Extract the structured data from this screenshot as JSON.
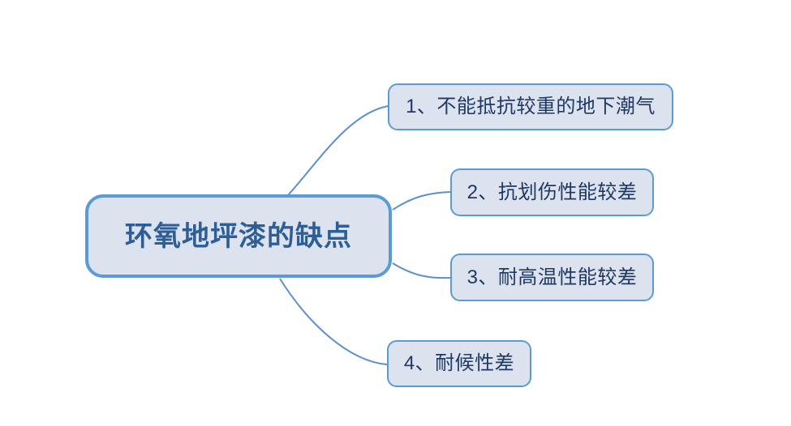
{
  "diagram": {
    "type": "mind-map",
    "background_color": "#ffffff",
    "root": {
      "label": "环氧地坪漆的缺点",
      "fill_color": "#dce3ef",
      "border_color": "#5b9bd5",
      "text_color": "#2e5e96"
    },
    "connector_color": "#5b8fd0",
    "branches": [
      {
        "index": "1",
        "label": "1、不能抵抗较重的地下潮气",
        "fill_color": "#dce3ef",
        "border_color": "#5b9bd5",
        "text_color": "#1f3864"
      },
      {
        "index": "2",
        "label": "2、抗划伤性能较差",
        "fill_color": "#dce3ef",
        "border_color": "#5b9bd5",
        "text_color": "#1f3864"
      },
      {
        "index": "3",
        "label": "3、耐高温性能较差",
        "fill_color": "#dce3ef",
        "border_color": "#5b9bd5",
        "text_color": "#1f3864"
      },
      {
        "index": "4",
        "label": "4、耐候性差",
        "fill_color": "#dce3ef",
        "border_color": "#5b9bd5",
        "text_color": "#1f3864"
      }
    ]
  }
}
